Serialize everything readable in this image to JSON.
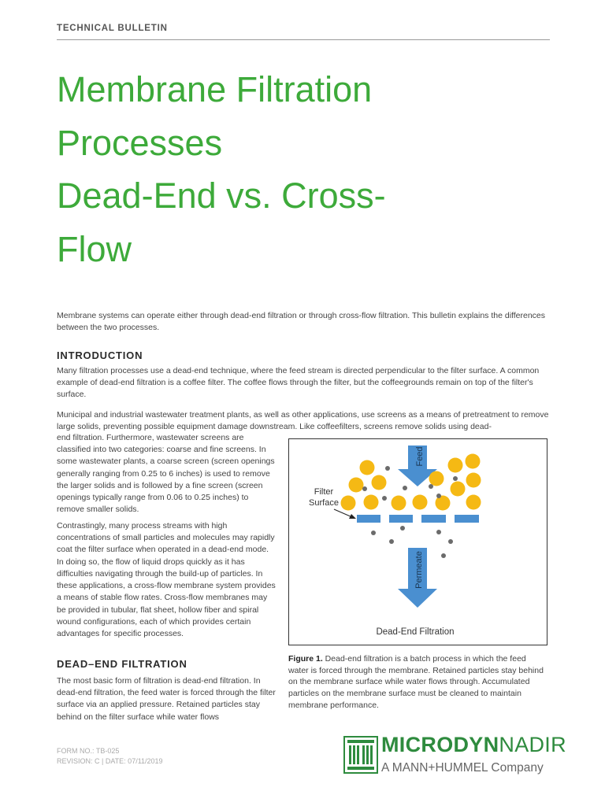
{
  "header": {
    "label": "TECHNICAL BULLETIN"
  },
  "title": {
    "line1": "Membrane Filtration",
    "line2": "Processes",
    "line3": "Dead-End vs. Cross-",
    "line4": "Flow"
  },
  "intro_paragraph": "Membrane systems can operate either through dead-end filtration or through cross-flow filtration. This bulletin explains the differences between the two processes.",
  "introduction": {
    "heading": "INTRODUCTION",
    "p1": "Many filtration processes use a dead-end technique, where the feed stream is directed perpendicular to the filter surface. A common example of dead-end filtration is a coffee filter. The coffee flows through the filter, but the coffeegrounds remain on top of the filter's surface.",
    "p2_full": "Municipal and industrial wastewater treatment plants, as well as other applications, use screens as a means of pretreatment to remove large solids, preventing possible equipment damage downstream. Like coffeefilters, screens remove solids using dead-",
    "p2_cont": "end filtration. Furthermore, wastewater screens are classified into two categories: coarse and fine screens. In some wastewater plants, a coarse screen (screen openings generally ranging from 0.25 to 6 inches) is used to remove the larger solids and is followed by a fine screen (screen openings typically range from 0.06 to 0.25 inches) to remove smaller solids.",
    "p3": "Contrastingly, many process streams with high concentrations of small particles and molecules may rapidly coat the filter surface when operated in a dead-end mode. In doing so, the flow of liquid drops quickly as it has difficulties navigating through the build-up of particles. In these applications, a cross-flow membrane system provides a means of stable flow rates. Cross-flow membranes may be provided in tubular, flat sheet, hollow fiber and spiral wound configurations, each of which provides certain advantages for specific processes."
  },
  "dead_end": {
    "heading": "DEAD–END FILTRATION",
    "p1": "The most basic form of filtration is dead-end filtration. In dead-end filtration, the feed water is forced through the filter surface via an applied pressure. Retained particles stay behind on the filter surface while water flows"
  },
  "figure": {
    "feed_label": "Feed",
    "permeate_label": "Permeate",
    "filter_label_1": "Filter",
    "filter_label_2": "Surface",
    "diagram_title": "Dead-End Filtration",
    "caption_label": "Figure 1.",
    "caption_text": " Dead-end filtration is a batch process in which the feed water is forced through the membrane. Retained particles stay behind on the membrane surface while water flows through. Accumulated particles on the membrane surface must be cleaned to maintain membrane performance.",
    "colors": {
      "arrow": "#4a8fd0",
      "particle_large": "#f5b914",
      "particle_small": "#6b6b6b",
      "membrane": "#4a8fd0"
    }
  },
  "footer": {
    "form_no": "FORM NO.: TB-025",
    "revision": "REVISION: C | DATE: 07/11/2019",
    "brand_bold": "MICRODYN",
    "brand_light": "NADIR",
    "brand_sub": "A MANN+HUMMEL Company",
    "brand_color": "#2e8b3e"
  }
}
